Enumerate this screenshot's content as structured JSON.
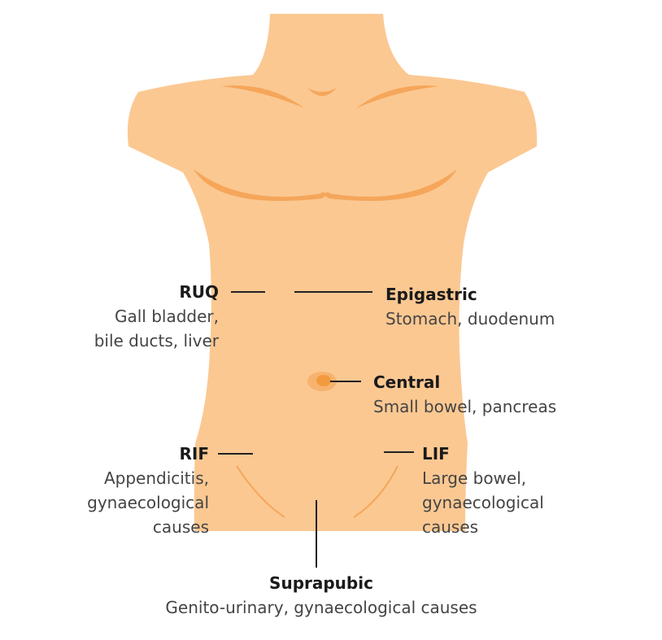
{
  "colors": {
    "skin": "#fbc892",
    "shadow": "#f5a65a",
    "navel_outer": "#f7b36e",
    "navel_inner": "#f39a3e",
    "line": "#222222"
  },
  "regions": {
    "ruq": {
      "title": "RUQ",
      "lines": [
        "Gall bladder,",
        "bile ducts, liver"
      ]
    },
    "epigastric": {
      "title": "Epigastric",
      "lines": [
        "Stomach, duodenum"
      ]
    },
    "central": {
      "title": "Central",
      "lines": [
        "Small bowel, pancreas"
      ]
    },
    "rif": {
      "title": "RIF",
      "lines": [
        "Appendicitis,",
        "gynaecological",
        "causes"
      ]
    },
    "lif": {
      "title": "LIF",
      "lines": [
        "Large bowel,",
        "gynaecological",
        "causes"
      ]
    },
    "suprapubic": {
      "title": "Suprapubic",
      "lines": [
        "Genito-urinary, gynaecological causes"
      ]
    }
  }
}
